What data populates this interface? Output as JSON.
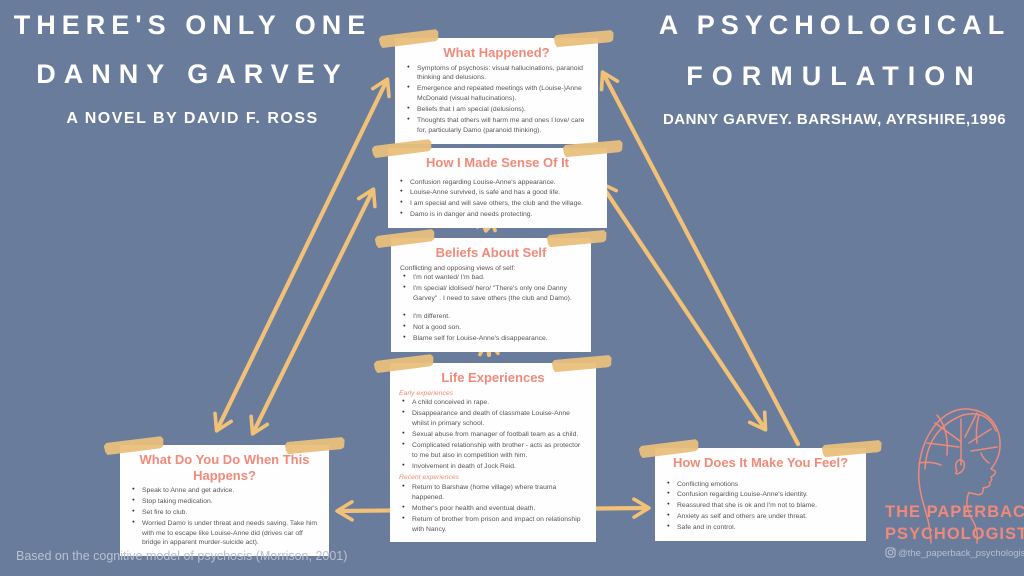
{
  "palette": {
    "background": "#697c9c",
    "arrow_color": "#f2c178",
    "tape_color": "#e9c07c",
    "card_title_color": "#f08a7a",
    "body_text_color": "#555555",
    "logo_color": "#ef8a7a",
    "muted_text_color": "#b9c1ce"
  },
  "header_left": {
    "line1": "THERE'S ONLY ONE",
    "line2": "DANNY GARVEY",
    "subtitle": "A NOVEL BY DAVID F. ROSS"
  },
  "header_right": {
    "line1": "A PSYCHOLOGICAL",
    "line2": "FORMULATION",
    "subtitle": "DANNY GARVEY. BARSHAW, AYRSHIRE,1996"
  },
  "boxes": {
    "what_happened": {
      "title": "What Happened?",
      "sections": [
        {
          "bullets": [
            "Symptoms of psychosis: visual hallucinations, paranoid thinking and delusions.",
            "Emergence and repeated meetings with (Louise-)Anne McDonald (visual hallucinations).",
            "Beliefs that I am special (delusions).",
            "Thoughts that others will harm me and ones I love/ care for, particularly Damo (paranoid thinking)."
          ]
        }
      ]
    },
    "how_made_sense": {
      "title": "How I Made Sense Of It",
      "sections": [
        {
          "bullets": [
            "Confusion regarding Louise-Anne's appearance.",
            "Louise-Anne survived, is safe and has a good life.",
            "I am special and will save others, the club and the village.",
            "Damo is in danger and needs protecting."
          ]
        }
      ]
    },
    "beliefs": {
      "title": "Beliefs About Self",
      "intro": "Conflicting and opposing views of self:",
      "sections": [
        {
          "bullets": [
            "I'm not wanted/ I'm bad.",
            "I'm special/ idolised/ hero/ \"There's only one Danny Garvey\" . I need to save others (the club and Damo)."
          ]
        },
        {
          "bullets": [
            "I'm different.",
            "Not a good son.",
            "Blame self for Louise-Anne's disappearance."
          ]
        }
      ]
    },
    "life_experiences": {
      "title": "Life Experiences",
      "sections": [
        {
          "label": "Early experiences",
          "bullets": [
            "A child conceived in rape.",
            "Disappearance and death of classmate Louise-Anne whilst in primary school.",
            "Sexual abuse from manager of football team as a child.",
            "Complicated relationship with brother - acts as protector to me but also in competition with him.",
            "Involvement in death of Jock Reid."
          ]
        },
        {
          "label": "Recent experiences",
          "bullets": [
            "Return to Barshaw (home village) where trauma happened.",
            "Mother's poor health and eventual death.",
            "Return of brother from prison and impact on relationship with Nancy."
          ]
        }
      ]
    },
    "what_do_you_do": {
      "title": "What Do You Do When This Happens?",
      "sections": [
        {
          "bullets": [
            "Speak to Anne and get advice.",
            "Stop taking medication.",
            "Set fire to club.",
            "Worried Damo is under threat and needs saving. Take him with me to escape like Louise-Anne did (drives car off bridge in apparent murder-suicide act)."
          ]
        }
      ]
    },
    "how_feel": {
      "title": "How Does It Make You Feel?",
      "sections": [
        {
          "bullets": [
            "Conflicting emotions",
            "Confusion regarding Louise-Anne's identity.",
            "Reassured that she is ok and I'm not to blame.",
            "Anxiety as self and others are under threat.",
            "Safe and in control."
          ]
        }
      ]
    }
  },
  "footer": {
    "citation": "Based on the cognitive model of psychosis (Morrison, 2001)"
  },
  "logo": {
    "line1": "THE PAPERBACK",
    "line2": "PSYCHOLOGIST",
    "handle": "@the_paperback_psychologist"
  }
}
